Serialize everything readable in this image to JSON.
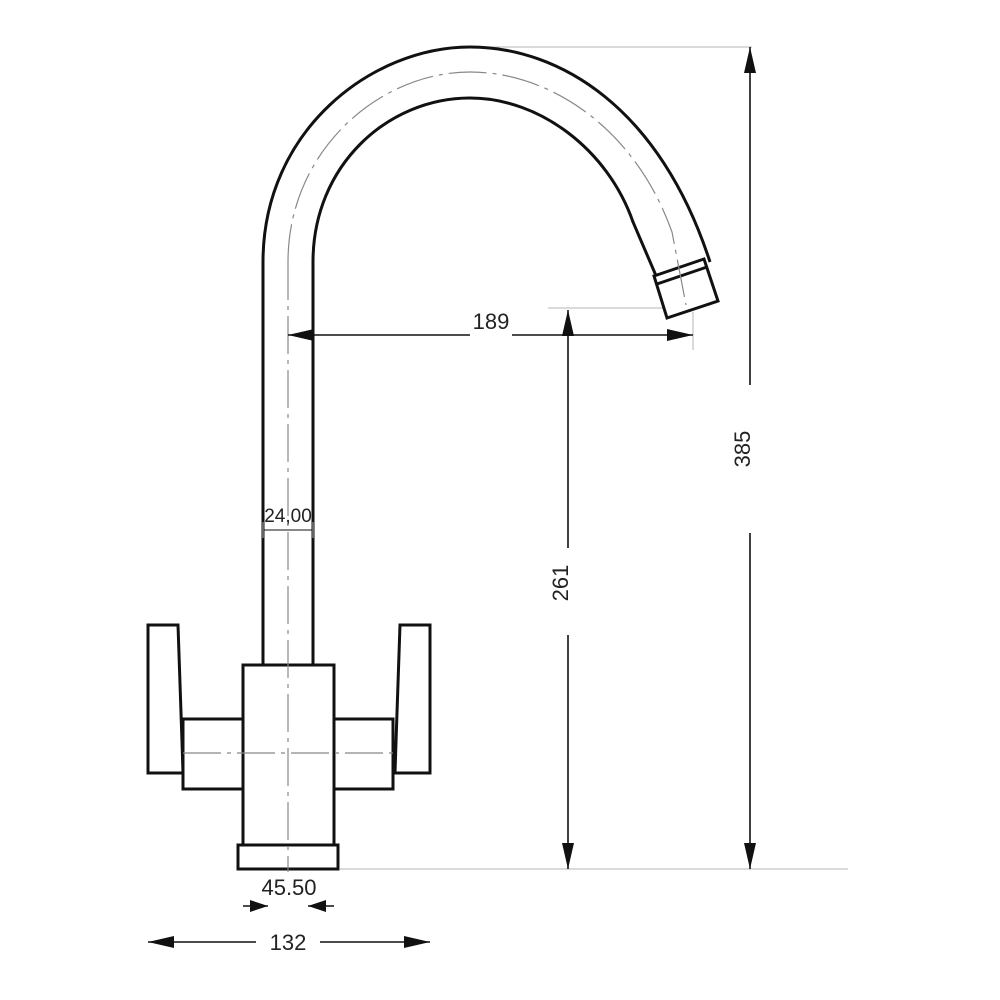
{
  "drawing": {
    "subject": "faucet",
    "units": "mm",
    "dimensions": {
      "spout_reach": "189",
      "total_height": "385",
      "spout_outlet_height": "261",
      "column_diameter": "24,00",
      "base_diameter": "45.50",
      "handle_span": "132"
    },
    "colors": {
      "outline": "#111111",
      "centerline": "#888888",
      "extension_line": "#b5b5b5",
      "background": "#ffffff"
    }
  }
}
